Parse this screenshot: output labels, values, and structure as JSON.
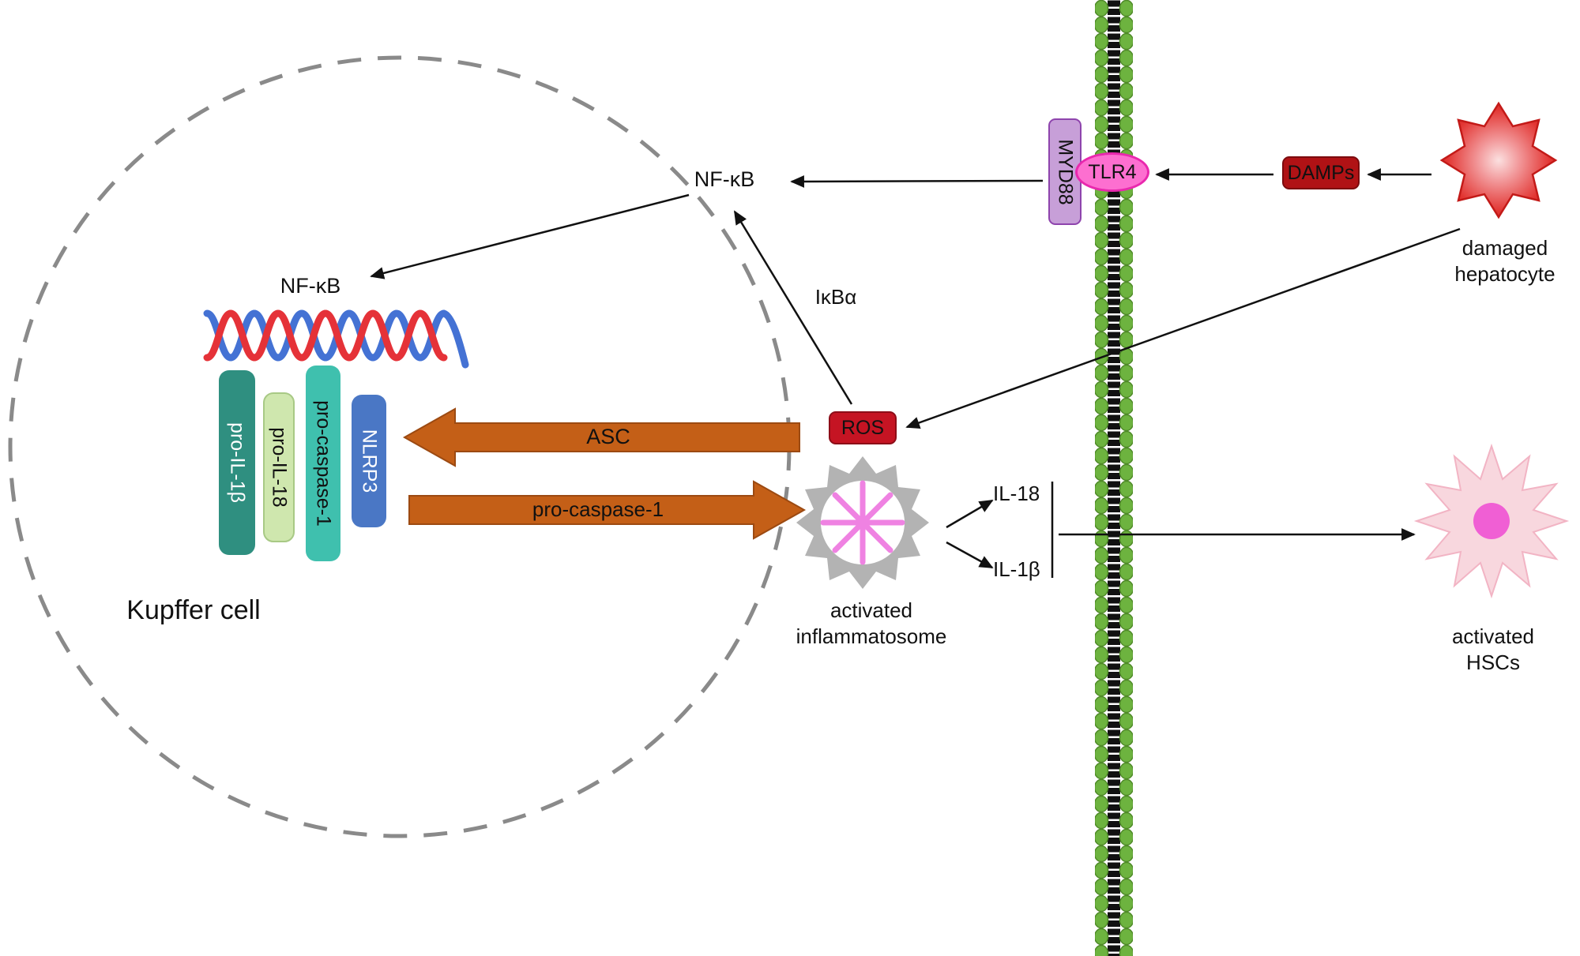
{
  "figure": {
    "kupffer_cell": "Kupffer cell",
    "nfkb_cytoplasm": "NF-κB",
    "nfkb_nucleus": "NF-κB",
    "ikba": "IκBα",
    "myd88": "MYD88",
    "tlr4": "TLR4",
    "damps": "DAMPs",
    "ros": "ROS",
    "pro_il1b": "pro-IL-1β",
    "pro_il18": "pro-IL-18",
    "pro_caspase1": "pro-caspase-1",
    "nlrp3": "NLRP3",
    "asc_arrow_label": "ASC",
    "pro_caspase1_arrow_label": "pro-caspase-1",
    "il18": "IL-18",
    "il1b": "IL-1β",
    "inflammatosome": {
      "line1": "activated",
      "line2": "inflammatosome"
    },
    "hepatocyte": {
      "line1": "damaged",
      "line2": "hepatocyte"
    },
    "hscs": {
      "line1": "activated",
      "line2": "HSCs"
    }
  },
  "colors": {
    "dashed_circle": "#8a8a8a",
    "arrow_black": "#111111",
    "membrane_green": "#6db33f",
    "membrane_green_dark": "#4f8a28",
    "membrane_tail": "#111111",
    "myd88_fill": "#c79fd8",
    "myd88_border": "#8e44ad",
    "tlr4_fill": "#fd6fd0",
    "tlr4_border": "#e928ae",
    "damps_fill": "#b01215",
    "damps_border": "#7c0b0e",
    "ros_fill": "#c51423",
    "ros_border": "#8d0d18",
    "hepatocyte_edge": "#d42321",
    "hepatocyte_stroke": "#c31a18",
    "dna_red": "#e53238",
    "dna_blue": "#4472d4",
    "pro_il1b_fill": "#2f8f80",
    "pro_il18_fill": "#cfe7ae",
    "pro_il18_border": "#a8c985",
    "pro_caspase1_fill": "#3fc0ae",
    "nlrp3_fill": "#4a77c5",
    "orange_arrow": "#c45f17",
    "orange_arrow_border": "#9c4a12",
    "inflammasome_gray": "#b3b3b3",
    "inflammasome_spoke": "#ef82e2",
    "hsc_fill": "#f8d7de",
    "hsc_border": "#f2b4c4",
    "hsc_center": "#f05fd4"
  }
}
